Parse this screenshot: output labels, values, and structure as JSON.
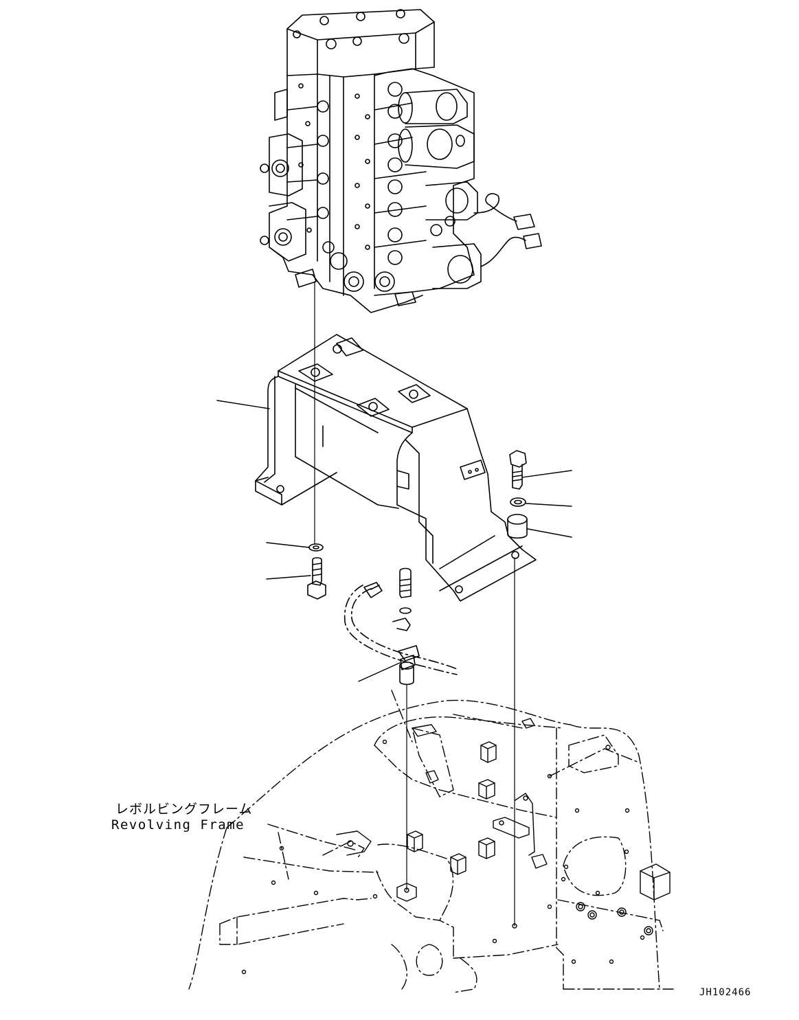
{
  "labels": {
    "frame_ja": "レボルビングフレーム",
    "frame_en": "Revolving Frame",
    "drawing_no": "JH102466"
  },
  "colors": {
    "ink": "#000000",
    "paper": "#ffffff"
  }
}
